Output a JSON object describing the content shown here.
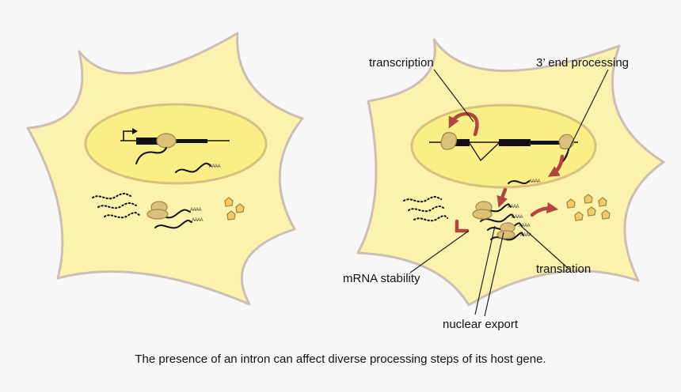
{
  "labels": {
    "transcription": "transcription",
    "end_processing": "3’ end processing",
    "mrna_stability": "mRNA stability",
    "translation": "translation",
    "nuclear_export": "nuclear export"
  },
  "poly_a_tail": "AAAA",
  "caption": "The presence of an intron can affect diverse processing steps of its host gene.",
  "colors": {
    "background": "#f7f7f7",
    "cell_fill": "#fbf2ae",
    "cell_stroke": "#cdbfb4",
    "nucleus_fill": "#fbee86",
    "nucleus_stroke": "#d8c07e",
    "process_arrow": "#b0463e",
    "protein": "#f0cb6a",
    "ribosome": "#dbc177"
  },
  "icons": [
    "promoter-arrow-icon",
    "rna-polymerase-icon",
    "ribosome-icon",
    "protein-icon",
    "process-arrow-icon"
  ]
}
